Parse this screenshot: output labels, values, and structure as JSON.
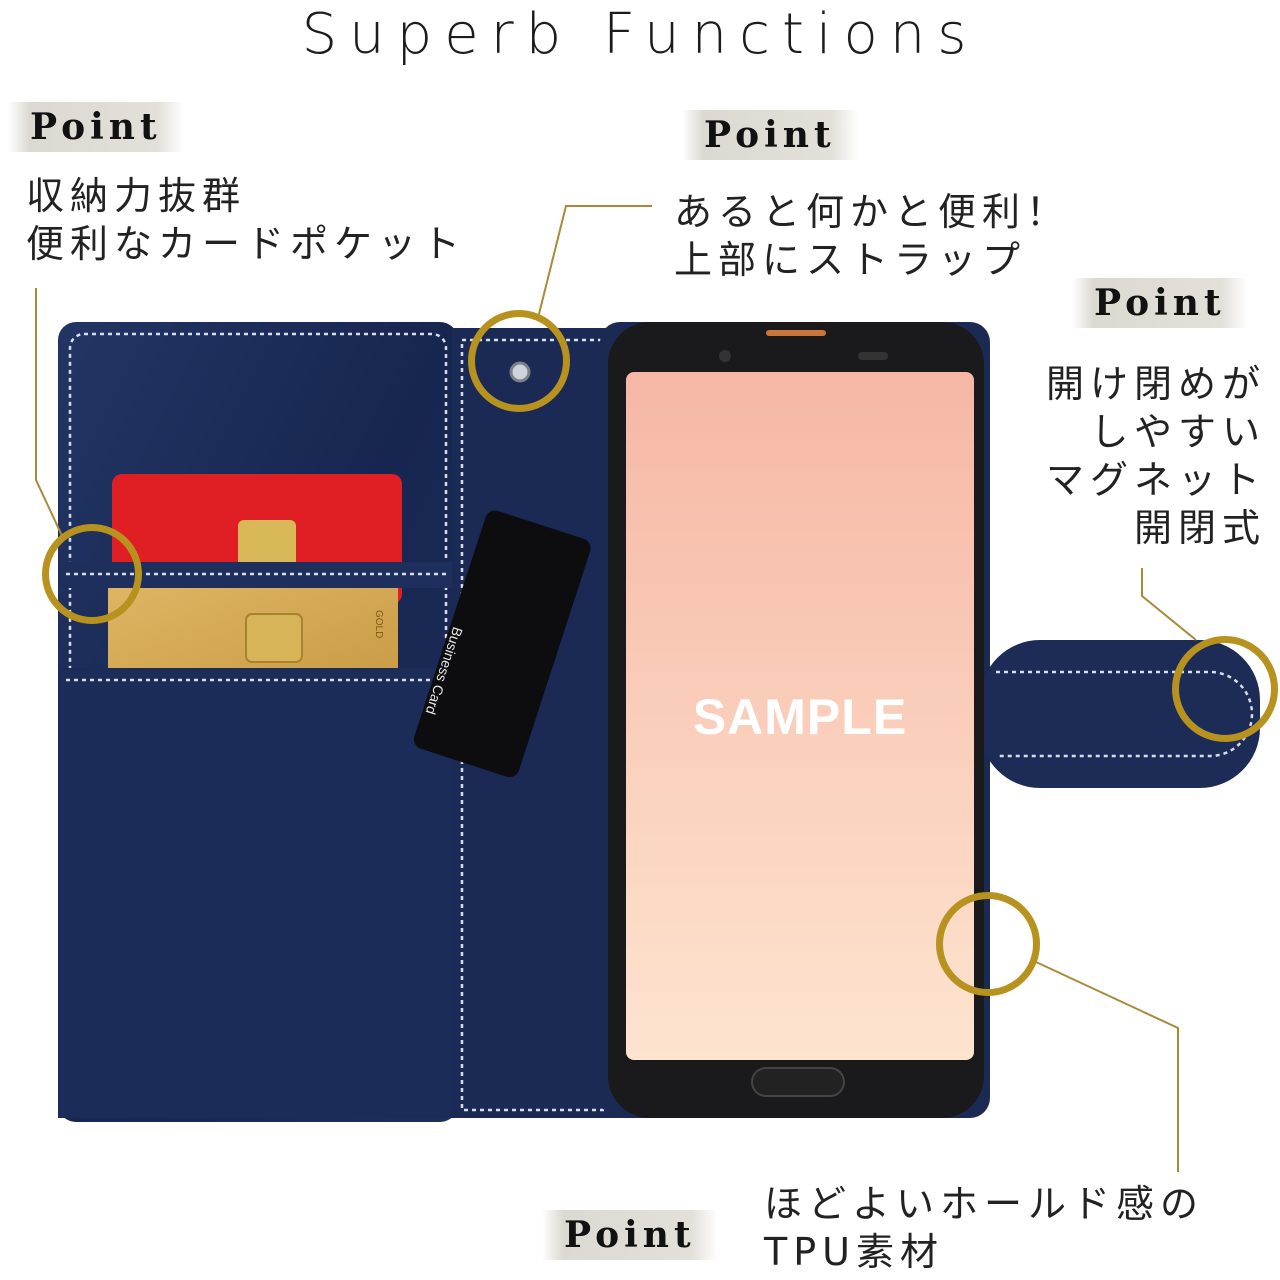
{
  "title": "Superb Functions",
  "points": [
    {
      "label": "Point",
      "text": "収納力抜群\n便利なカードポケット"
    },
    {
      "label": "Point",
      "text": "あると何かと便利！\n上部にストラップ"
    },
    {
      "label": "Point",
      "text": "開け閉めが\nしやすい\nマグネット\n開閉式"
    },
    {
      "label": "Point",
      "text": "ほどよいホールド感の\nTPU素材"
    }
  ],
  "phone_screen_text": "SAMPLE",
  "card_text": {
    "business": "Business Card",
    "gold": "GOLD"
  },
  "colors": {
    "accent_ring": "#b8921f",
    "leather": "#1b2b52",
    "stitch": "#d9dde6",
    "screen_top": "#f6b7a5",
    "screen_bottom": "#fde4cf"
  }
}
